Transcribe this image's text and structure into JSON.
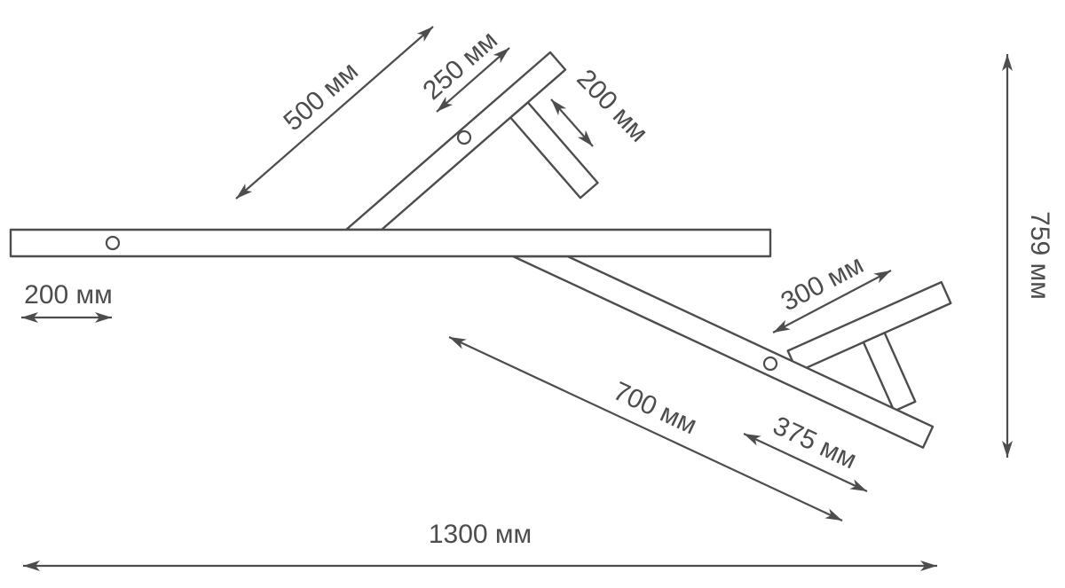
{
  "page": {
    "background": "#ffffff"
  },
  "diagram": {
    "type": "dimension-drawing",
    "line_color": "#4d4d4d",
    "unit": "мм",
    "dimensions": {
      "upper_arm": {
        "value": 500,
        "label": "500 мм"
      },
      "upper_arm_tip": {
        "value": 250,
        "label": "250 мм"
      },
      "upper_crossbar": {
        "value": 200,
        "label": "200 мм"
      },
      "left_hole_offset": {
        "value": 200,
        "label": "200 мм"
      },
      "lower_branch": {
        "value": 300,
        "label": "300 мм"
      },
      "lower_arm": {
        "value": 700,
        "label": "700 мм"
      },
      "lower_arm_tip": {
        "value": 375,
        "label": "375 мм"
      },
      "overall_width": {
        "value": 1300,
        "label": "1300 мм"
      },
      "overall_height": {
        "value": 759,
        "label": "759 мм"
      }
    }
  }
}
